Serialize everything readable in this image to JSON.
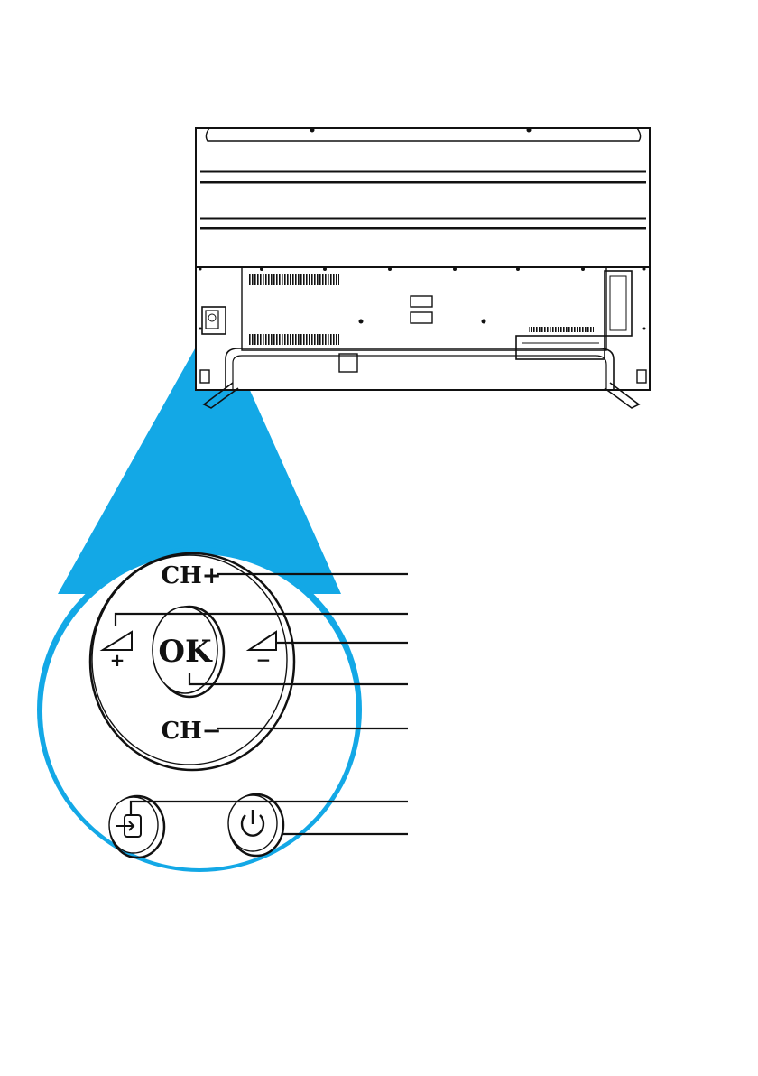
{
  "control_panel": {
    "ch_up_label": "CH+",
    "ok_label": "OK",
    "ch_down_label": "CH−",
    "vol_up_sign": "+",
    "vol_down_sign": "−"
  },
  "colors": {
    "highlight": "#13a8e6",
    "line": "#111111",
    "background": "#ffffff"
  },
  "icons": {
    "source_button": "input-source-icon",
    "power_button": "power-icon",
    "volume_up": "volume-up-icon",
    "volume_down": "volume-down-icon",
    "tv_power_socket": "power-socket-icon"
  }
}
